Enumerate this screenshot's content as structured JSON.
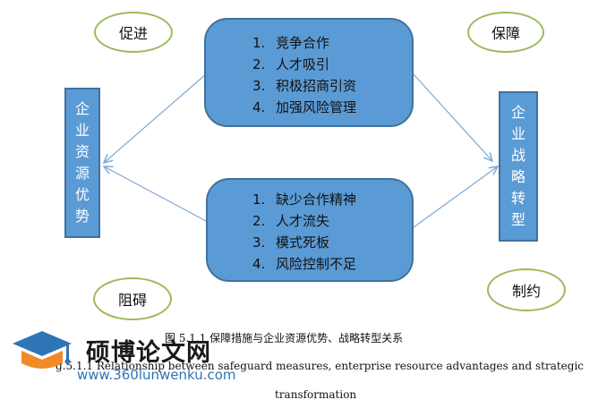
{
  "ovals": {
    "promote": "促进",
    "guarantee": "保障",
    "hinder": "阻碍",
    "restrict": "制约"
  },
  "top_box": {
    "items": [
      {
        "num": "1.",
        "text": "竞争合作"
      },
      {
        "num": "2.",
        "text": "人才吸引"
      },
      {
        "num": "3.",
        "text": "积极招商引资"
      },
      {
        "num": "4.",
        "text": "加强风险管理"
      }
    ]
  },
  "bottom_box": {
    "items": [
      {
        "num": "1.",
        "text": "缺少合作精神"
      },
      {
        "num": "2.",
        "text": "人才流失"
      },
      {
        "num": "3.",
        "text": "模式死板"
      },
      {
        "num": "4.",
        "text": "风险控制不足"
      }
    ]
  },
  "left_box": {
    "chars": [
      "企",
      "业",
      "资",
      "源",
      "优",
      "势"
    ]
  },
  "right_box": {
    "chars": [
      "企",
      "业",
      "战",
      "略",
      "转",
      "型"
    ]
  },
  "caption": {
    "zh": "图 5.1.1 保障措施与企业资源优势、战略转型关系",
    "en_line1": "g.5.1.1 Relationship between safeguard measures, enterprise resource advantages and strategic",
    "en_line2": "transformation"
  },
  "watermark": {
    "name": "硕博论文网",
    "url": "www.360lunwenku.com"
  },
  "colors": {
    "box_fill": "#5b9bd5",
    "box_border": "#41719c",
    "oval_border": "#9bbb59",
    "arrow": "#7fa7d4",
    "logo_orange": "#f08a24",
    "logo_blue": "#2e75b6"
  }
}
